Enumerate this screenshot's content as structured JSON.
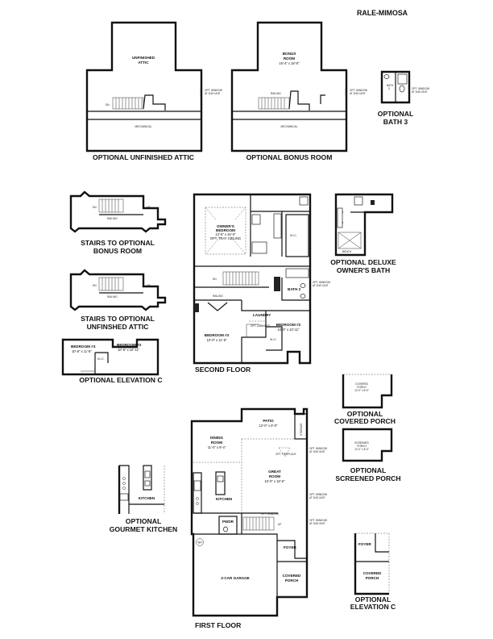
{
  "plan_name": "RALE-MIMOSA",
  "captions": {
    "unfinished_attic": "OPTIONAL UNFINISHED ATTIC",
    "bonus_room": "OPTIONAL BONUS ROOM",
    "bath3": [
      "OPTIONAL",
      "BATH 3"
    ],
    "stairs_bonus": [
      "STAIRS TO OPTIONAL",
      "BONUS ROOM"
    ],
    "stairs_attic": [
      "STAIRS TO OPTIONAL",
      "UNFINSHED ATTIC"
    ],
    "elevation_c_upper": "OPTIONAL ELEVATION C",
    "second_floor": "SECOND FLOOR",
    "deluxe_bath": [
      "OPTIONAL DELUXE",
      "OWNER'S BATH"
    ],
    "covered_porch_opt": [
      "OPTIONAL",
      "COVERED PORCH"
    ],
    "screened_porch_opt": [
      "OPTIONAL",
      "SCREENED PORCH"
    ],
    "gourmet_kitchen": [
      "OPTIONAL",
      "GOURMET KITCHEN"
    ],
    "first_floor": "FIRST FLOOR",
    "elevation_c_lower": [
      "OPTIONAL",
      "ELEVATION C"
    ]
  },
  "rooms": {
    "attic": [
      "UNFINISHED",
      "ATTIC"
    ],
    "bonus": {
      "name": [
        "BONUS",
        "ROOM"
      ],
      "dims": "15'-4\" x 18'-0\""
    },
    "bath3": [
      "BATH",
      "3"
    ],
    "owners_bedroom": {
      "name": [
        "OWNER'S",
        "BEDROOM"
      ],
      "dims": "13'-6\" x 16'-0\"",
      "note": "OPT. TRAY CEILING"
    },
    "bedroom3": {
      "name": "BEDROOM #3",
      "dims": "10'-0\" x 11'-8\""
    },
    "bedroom2": {
      "name": "BEDROOM #2",
      "dims": "10'-0\" x 10'-11\""
    },
    "bath2": "BATH 2",
    "laundry": "LAUNDRY",
    "elevc_bedroom3": {
      "name": "BEDROOM #3",
      "dims": "10'-8\" x 11'-8\""
    },
    "elevc_bedroom2": {
      "name": "BEDROOM #2",
      "dims": "10'-8\" x 10'-11\""
    },
    "covered_porch_top": {
      "name": [
        "COVERED",
        "PORCH"
      ],
      "dims": "12'-0\" x 8'-0\""
    },
    "screened_porch": {
      "name": [
        "SCREENED",
        "PORCH"
      ],
      "dims": "12'-0\" x 8'-0\""
    },
    "patio": {
      "name": "PATIO",
      "dims": "12'-0\" x 8'-0\""
    },
    "storage": "STORAGE",
    "dining": {
      "name": [
        "DINING",
        "ROOM"
      ],
      "dims": "11'-0\" x 9'-4\""
    },
    "great_room": {
      "name": [
        "GREAT",
        "ROOM"
      ],
      "dims": "16'-0\" x 18'-0\""
    },
    "kitchen": "KITCHEN",
    "gourmet_kitchen": "KITCHEN",
    "pwdr": "PWDR",
    "foyer": "FOYER",
    "covered_porch_front": [
      "COVERED",
      "PORCH"
    ],
    "garage": "2-CAR GARAGE",
    "elevc_foyer": "FOYER",
    "elevc_porch": [
      "COVERED",
      "PORCH"
    ]
  },
  "small_notes": {
    "mechanical": "MECHANICAL",
    "dn": "DN",
    "up": "UP",
    "railing": "RAILING",
    "opt_window": [
      "OPT. WINDOW",
      "AT 3/4S UNIT"
    ],
    "wic": "W.I.C.",
    "opt_cabinets": "OPT. CABINETS",
    "fireplace": "OPT. FIREPLACE",
    "wh": "WH",
    "bench": "BENCH"
  }
}
